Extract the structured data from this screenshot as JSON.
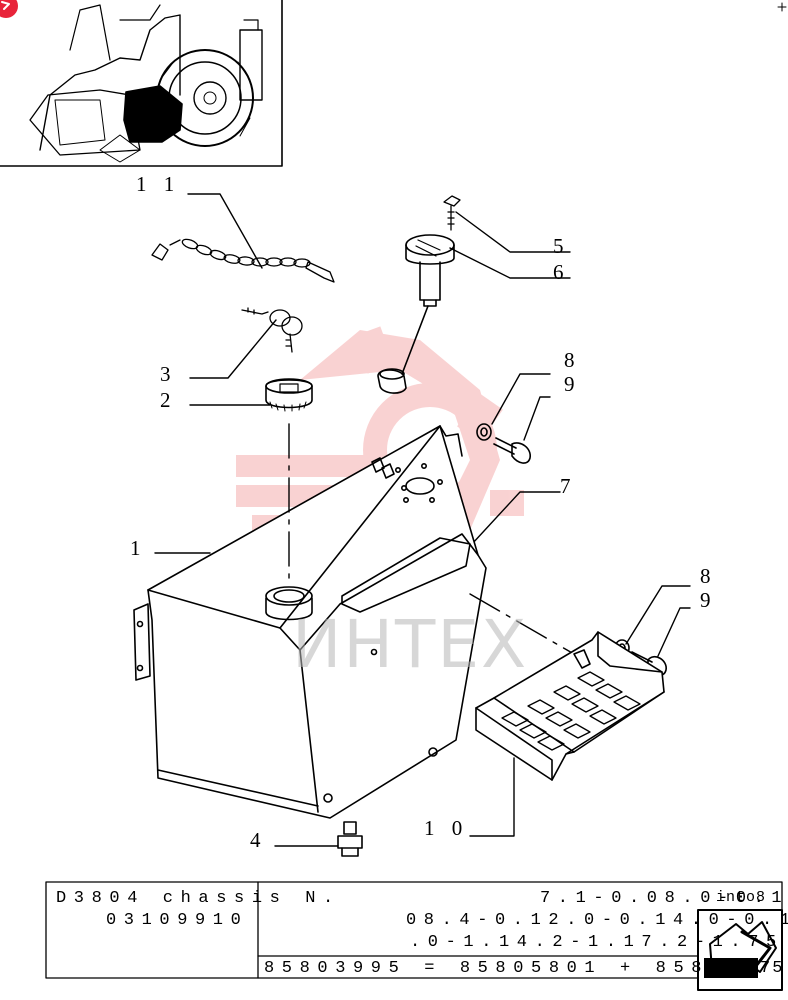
{
  "watermark": {
    "text": "ИНТЕХ"
  },
  "callouts": [
    {
      "id": "c11",
      "label": "1 1"
    },
    {
      "id": "c5",
      "label": "5"
    },
    {
      "id": "c6",
      "label": "6"
    },
    {
      "id": "c3",
      "label": "3"
    },
    {
      "id": "c2",
      "label": "2"
    },
    {
      "id": "c8a",
      "label": "8"
    },
    {
      "id": "c9a",
      "label": "9"
    },
    {
      "id": "c7",
      "label": "7"
    },
    {
      "id": "c1",
      "label": "1"
    },
    {
      "id": "c8b",
      "label": "8"
    },
    {
      "id": "c9b",
      "label": "9"
    },
    {
      "id": "c4",
      "label": "4"
    },
    {
      "id": "c10",
      "label": "1 0"
    }
  ],
  "title_block": {
    "model": "D3804 chassis N.",
    "code": "03109910",
    "serial_1": "7.1-0.08.0-0.1",
    "serial_1_tail": "into8",
    "serial_2": "08.4-0.12.0-0.14.0-0.1",
    "serial_3": ".0-1.14.2-1.17.2-1.75.",
    "parts_formula": "85803995 = 85805801 + 858046",
    "parts_tail": "75"
  },
  "icons": [
    "red-corner-badge-icon",
    "tractor-thumbnail-icon",
    "next-page-arrow-icon",
    "crosshair-icon"
  ]
}
